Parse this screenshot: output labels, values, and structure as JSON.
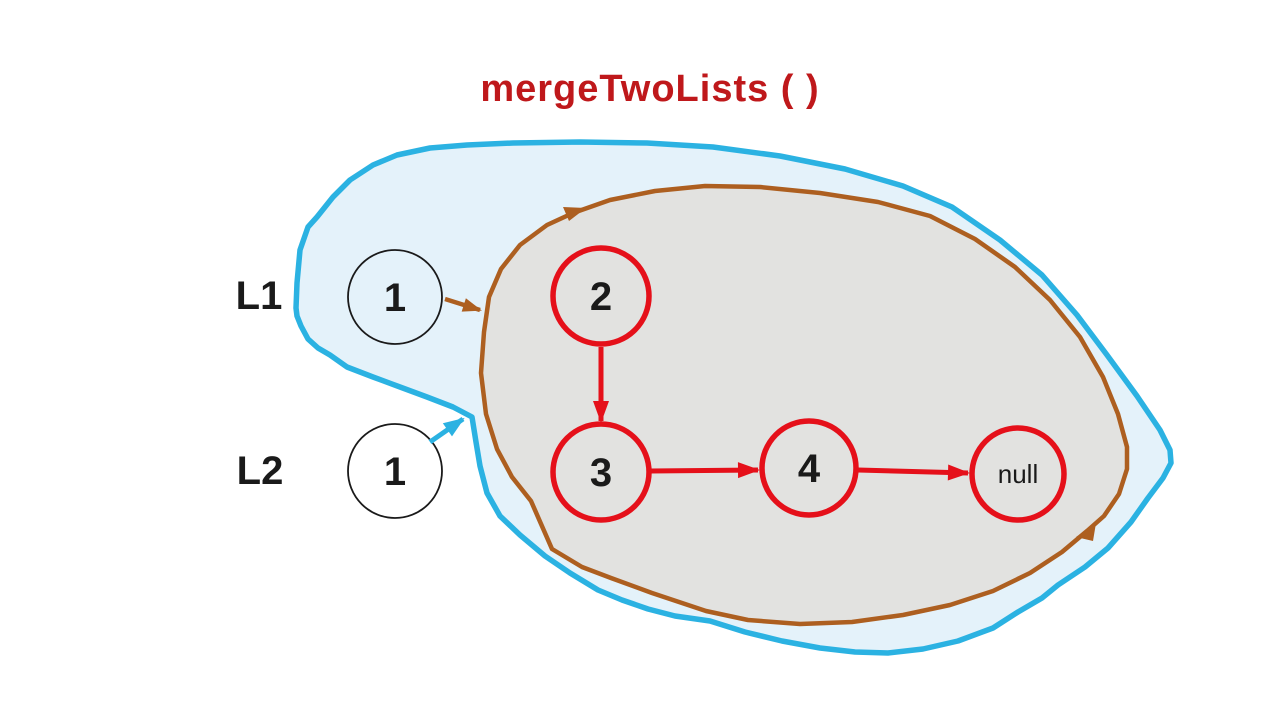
{
  "title": "mergeTwoLists ( )",
  "labels": {
    "list1": "L1",
    "list2": "L2"
  },
  "nodes": {
    "l1_head": "1",
    "l2_head": "1",
    "merged": [
      "2",
      "3",
      "4",
      "null"
    ]
  },
  "regions": {
    "outer": "blue-region",
    "inner": "brown-region"
  },
  "colors": {
    "title_red": "#bf181b",
    "node_red": "#e5101a",
    "blue_outline": "#2bb2e2",
    "blue_fill": "#e4f2fa",
    "brown_outline": "#ad5f20",
    "gray_fill": "#e2e2e0",
    "text_black": "#1a1a1a",
    "bg": "#ffffff"
  }
}
